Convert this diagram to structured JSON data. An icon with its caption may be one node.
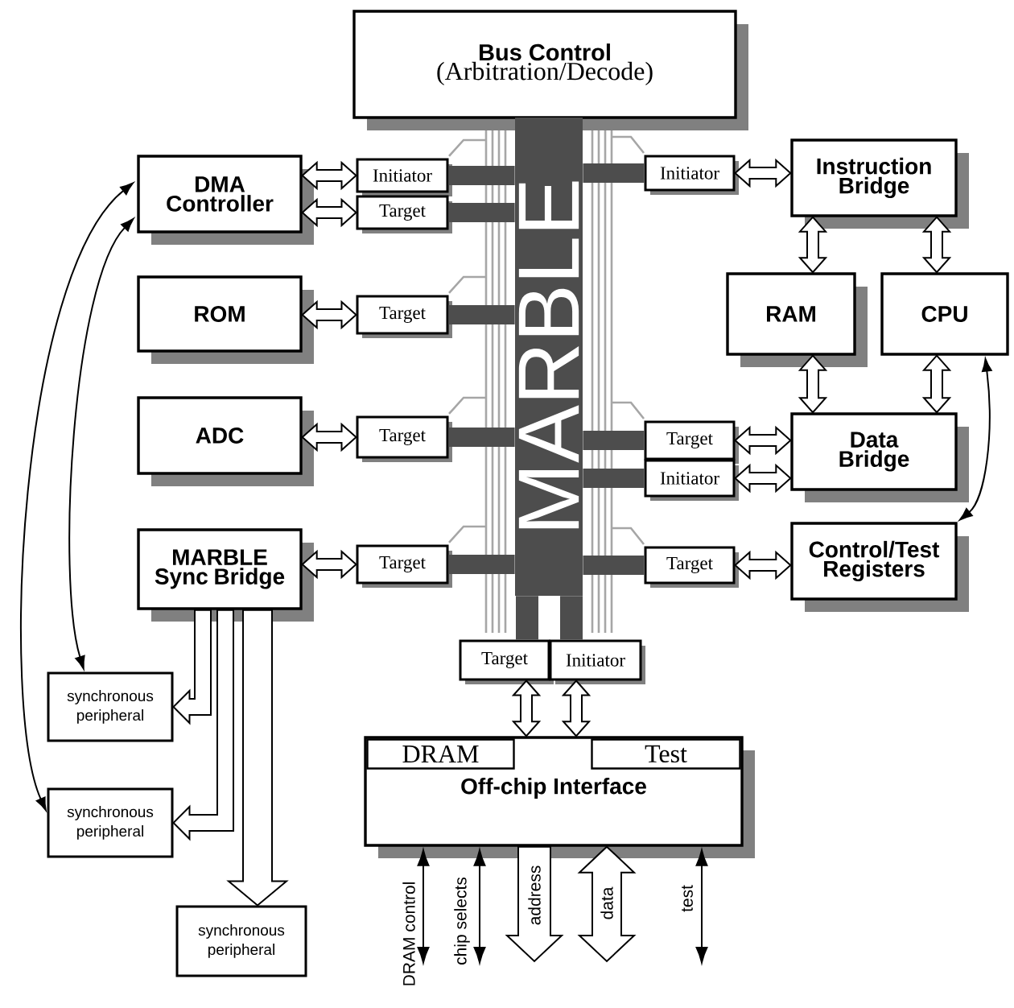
{
  "diagram": {
    "nodes": [
      {
        "text": [
          "Bus Control",
          "(Arbitration/Decode)"
        ]
      },
      {
        "text": [
          "MARBLE"
        ]
      },
      {
        "text": [
          "DMA Controller"
        ]
      },
      {
        "text": [
          "Initiator"
        ]
      },
      {
        "text": [
          "Target"
        ]
      },
      {
        "text": [
          "ROM"
        ]
      },
      {
        "text": [
          "Target"
        ]
      },
      {
        "text": [
          "ADC"
        ]
      },
      {
        "text": [
          "Target"
        ]
      },
      {
        "text": [
          "MARBLE Sync Bridge"
        ]
      },
      {
        "text": [
          "Target"
        ]
      },
      {
        "text": [
          "Initiator"
        ]
      },
      {
        "text": [
          "Instruction Bridge"
        ]
      },
      {
        "text": [
          "RAM"
        ]
      },
      {
        "text": [
          "CPU"
        ]
      },
      {
        "text": [
          "Target"
        ]
      },
      {
        "text": [
          "Initiator"
        ]
      },
      {
        "text": [
          "Data Bridge"
        ]
      },
      {
        "text": [
          "Target"
        ]
      },
      {
        "text": [
          "Control/Test Registers"
        ]
      },
      {
        "text": [
          "Target"
        ]
      },
      {
        "text": [
          "Initiator"
        ]
      },
      {
        "text": [
          "DRAM",
          "Test",
          "Off-chip Interface"
        ]
      },
      {
        "text": [
          "synchronous peripheral"
        ]
      },
      {
        "text": [
          "synchronous peripheral"
        ]
      },
      {
        "text": [
          "synchronous peripheral"
        ]
      }
    ],
    "edges": [
      {
        "from": 2,
        "to": 3,
        "arrow": "both",
        "style": "thick"
      },
      {
        "from": 2,
        "to": 4,
        "arrow": "both",
        "style": "thick"
      },
      {
        "from": 5,
        "to": 6,
        "arrow": "both",
        "style": "thick"
      },
      {
        "from": 7,
        "to": 8,
        "arrow": "both",
        "style": "thick"
      },
      {
        "from": 9,
        "to": 10,
        "arrow": "both",
        "style": "thick"
      },
      {
        "from": 11,
        "to": 12,
        "arrow": "both",
        "style": "thick"
      },
      {
        "from": 12,
        "to": 13,
        "arrow": "both",
        "style": "thick"
      },
      {
        "from": 12,
        "to": 14,
        "arrow": "both",
        "style": "thick"
      },
      {
        "from": 13,
        "to": 17,
        "arrow": "both",
        "style": "thick"
      },
      {
        "from": 14,
        "to": 17,
        "arrow": "both",
        "style": "thick"
      },
      {
        "from": 15,
        "to": 17,
        "arrow": "both",
        "style": "thick"
      },
      {
        "from": 16,
        "to": 17,
        "arrow": "both",
        "style": "thick"
      },
      {
        "from": 18,
        "to": 19,
        "arrow": "both",
        "style": "thick"
      },
      {
        "from": 20,
        "to": 22,
        "arrow": "both",
        "style": "thick"
      },
      {
        "from": 21,
        "to": 22,
        "arrow": "both",
        "style": "thick"
      },
      {
        "from": 3,
        "to": 1,
        "arrow": "none",
        "color": "#4d4d4d"
      },
      {
        "from": 4,
        "to": 1,
        "arrow": "none",
        "color": "#4d4d4d"
      },
      {
        "from": 6,
        "to": 1,
        "arrow": "none",
        "color": "#4d4d4d"
      },
      {
        "from": 8,
        "to": 1,
        "arrow": "none",
        "color": "#4d4d4d"
      },
      {
        "from": 10,
        "to": 1,
        "arrow": "none",
        "color": "#4d4d4d"
      },
      {
        "from": 11,
        "to": 1,
        "arrow": "none",
        "color": "#4d4d4d"
      },
      {
        "from": 15,
        "to": 1,
        "arrow": "none",
        "color": "#4d4d4d"
      },
      {
        "from": 16,
        "to": 1,
        "arrow": "none",
        "color": "#4d4d4d"
      },
      {
        "from": 18,
        "to": 1,
        "arrow": "none",
        "color": "#4d4d4d"
      },
      {
        "from": 20,
        "to": 1,
        "arrow": "none",
        "color": "#4d4d4d"
      },
      {
        "from": 21,
        "to": 1,
        "arrow": "none",
        "color": "#4d4d4d"
      },
      {
        "from": 9,
        "to": 23,
        "arrow": "to",
        "style": "thick"
      },
      {
        "from": 9,
        "to": 24,
        "arrow": "to",
        "style": "thick"
      },
      {
        "from": 9,
        "to": 25,
        "arrow": "to",
        "style": "thick"
      },
      {
        "from": 2,
        "to": 23,
        "arrow": "both"
      },
      {
        "from": 2,
        "to": 24,
        "arrow": "both"
      },
      {
        "from": 14,
        "to": 19,
        "arrow": "both"
      },
      {
        "from": 22,
        "to": null,
        "arrow": "both",
        "label": "DRAM control"
      },
      {
        "from": 22,
        "to": null,
        "arrow": "both",
        "label": "chip selects"
      },
      {
        "from": 22,
        "to": null,
        "arrow": "to",
        "style": "thick",
        "label": "address"
      },
      {
        "from": 22,
        "to": null,
        "arrow": "both",
        "style": "thick",
        "label": "data"
      },
      {
        "from": 22,
        "to": null,
        "arrow": "both",
        "label": "test"
      }
    ]
  }
}
